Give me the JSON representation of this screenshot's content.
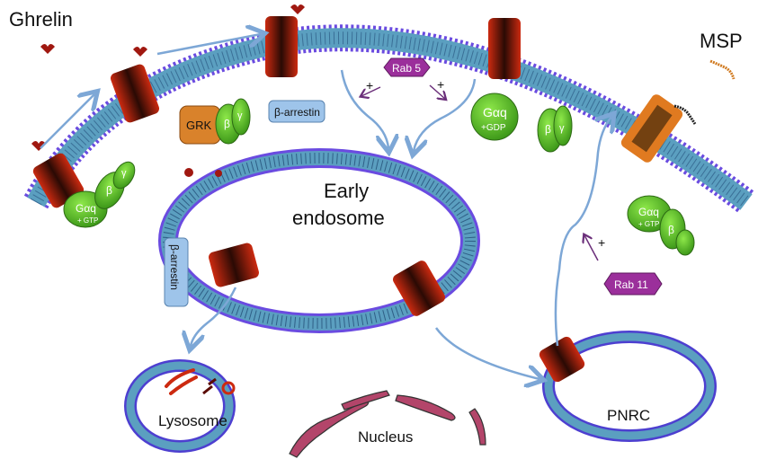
{
  "labels": {
    "ghrelin": "Ghrelin",
    "msp": "MSP",
    "early_endosome_line1": "Early",
    "early_endosome_line2": "endosome",
    "lysosome": "Lysosome",
    "nucleus": "Nucleus",
    "pnrc": "PNRC",
    "grk": "GRK",
    "beta_arrestin_top": "β-arrestin",
    "beta_arrestin_left": "β-arrestin",
    "rab5": "Rab 5",
    "rab11": "Rab 11",
    "plus": "+",
    "beta": "β",
    "gamma": "γ",
    "galpha_q": "Gαq",
    "gtp": "+ GTP",
    "gdp": "+GDP"
  },
  "colors": {
    "membrane_core": "#5b9fc0",
    "membrane_heads": "#6a4be0",
    "receptor_ghrelin": "#cc2a10",
    "receptor_msp": "#e07a20",
    "g_protein": "#5cbf2a",
    "grk": "#d9822b",
    "arrestin": "#9ec4ea",
    "rab": "#9b2f9b",
    "arrow": "#7da7d6",
    "rab_arrow": "#6b2f7a",
    "nucleus": "#b3456a"
  }
}
